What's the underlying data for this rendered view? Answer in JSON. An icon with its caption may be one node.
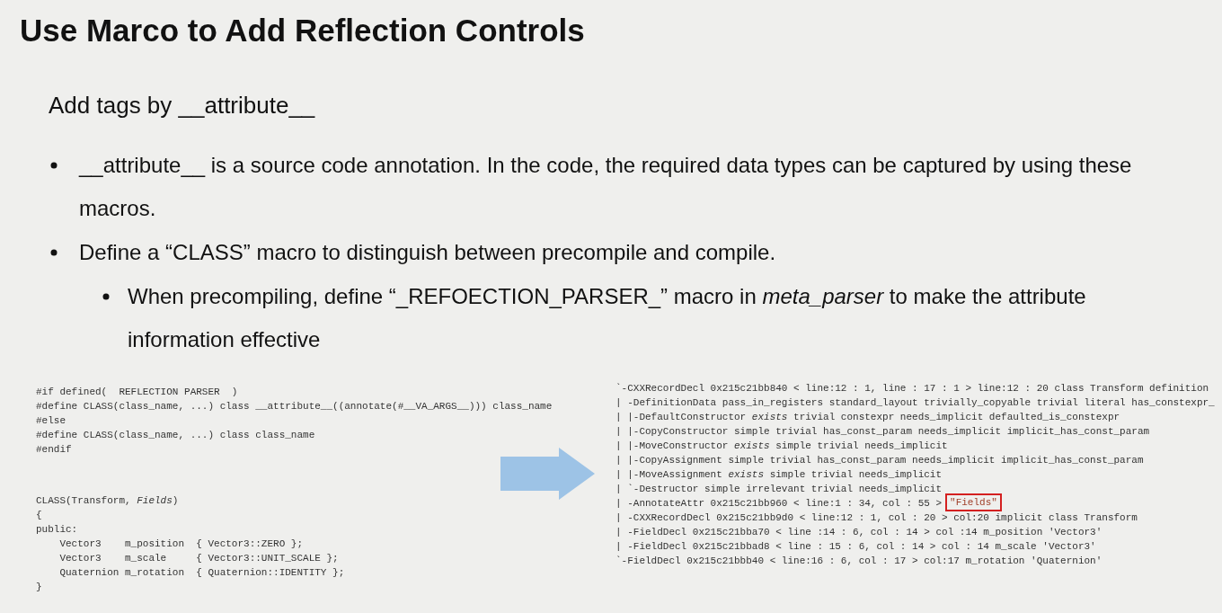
{
  "diagram": {
    "title": "Use Marco to Add Reflection Controls",
    "nodes": [
      {
        "text": [
          "#if defined(  REFLECTION PARSER  )",
          "#define CLASS(class_name, ...) class __attribute__((annotate(#__VA_ARGS__))) class_name",
          "#else",
          "#define CLASS(class_name, ...) class class_name",
          "#endif",
          "CLASS(Transform, *Fields*)",
          "{",
          "public:",
          "    Vector3    m_position  { Vector3::ZERO };",
          "    Vector3    m_scale     { Vector3::UNIT_SCALE };",
          "    Quaternion m_rotation  { Quaternion::IDENTITY };",
          "}"
        ]
      },
      {
        "text": [
          "`-CXXRecordDecl 0x215c21bb840 < line:12 : 1, line : 17 : 1 > line:12 : 20 class Transform definition",
          "| -DefinitionData pass_in_registers standard_layout trivially_copyable trivial literal has_constexpr_",
          "| |-DefaultConstructor *exists* trivial constexpr needs_implicit defaulted_is_constexpr",
          "| |-CopyConstructor simple trivial has_const_param needs_implicit implicit_has_const_param",
          "| |-MoveConstructor *exists* simple trivial needs_implicit",
          "| |-CopyAssignment simple trivial has_const_param needs_implicit implicit_has_const_param",
          "| |-MoveAssignment *exists* simple trivial needs_implicit",
          "| `-Destructor simple irrelevant trivial needs_implicit",
          "| -AnnotateAttr 0x215c21bb960 < line:1 : 34, col : 55 >",
          "| -CXXRecordDecl 0x215c21bb9d0 < line:12 : 1, col : 20 > col:20 implicit class Transform",
          "| -FieldDecl 0x215c21bba70 < line :14 : 6, col : 14 > col :14 m_position 'Vector3'",
          "| -FieldDecl 0x215c21bbad8 < line : 15 : 6, col : 14 > col : 14 m_scale 'Vector3'",
          "`-FieldDecl 0x215c21bbb40 < line:16 : 6, col : 17 > col:17 m_rotation 'Quaternion'"
        ]
      },
      {
        "text": [
          "\"Fields\""
        ],
        "in": 1
      }
    ],
    "edges": [
      {
        "from": 0,
        "to": 1,
        "arrow": "to",
        "style": "thick",
        "color": "#9dc3e6"
      }
    ],
    "labels": [
      "Add tags by __attribute__",
      "__attribute__ is a source code annotation. In the code, the required data types can be captured by using these macros.",
      "Define a “CLASS” macro to distinguish between precompile and compile.",
      "When precompiling, define “_REFOECTION_PARSER_” macro in *meta_parser* to make the attribute information effective"
    ]
  }
}
